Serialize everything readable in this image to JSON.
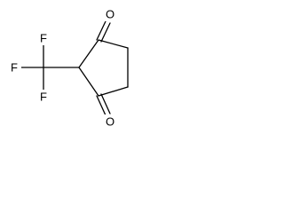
{
  "molecule": {
    "atoms": {
      "f_top": "F",
      "f_left": "F",
      "f_bottom": "F",
      "o_top": "O",
      "o_bottom": "O"
    },
    "colors": {
      "bond": "#000000",
      "label": "#000000",
      "background": "#ffffff"
    }
  }
}
